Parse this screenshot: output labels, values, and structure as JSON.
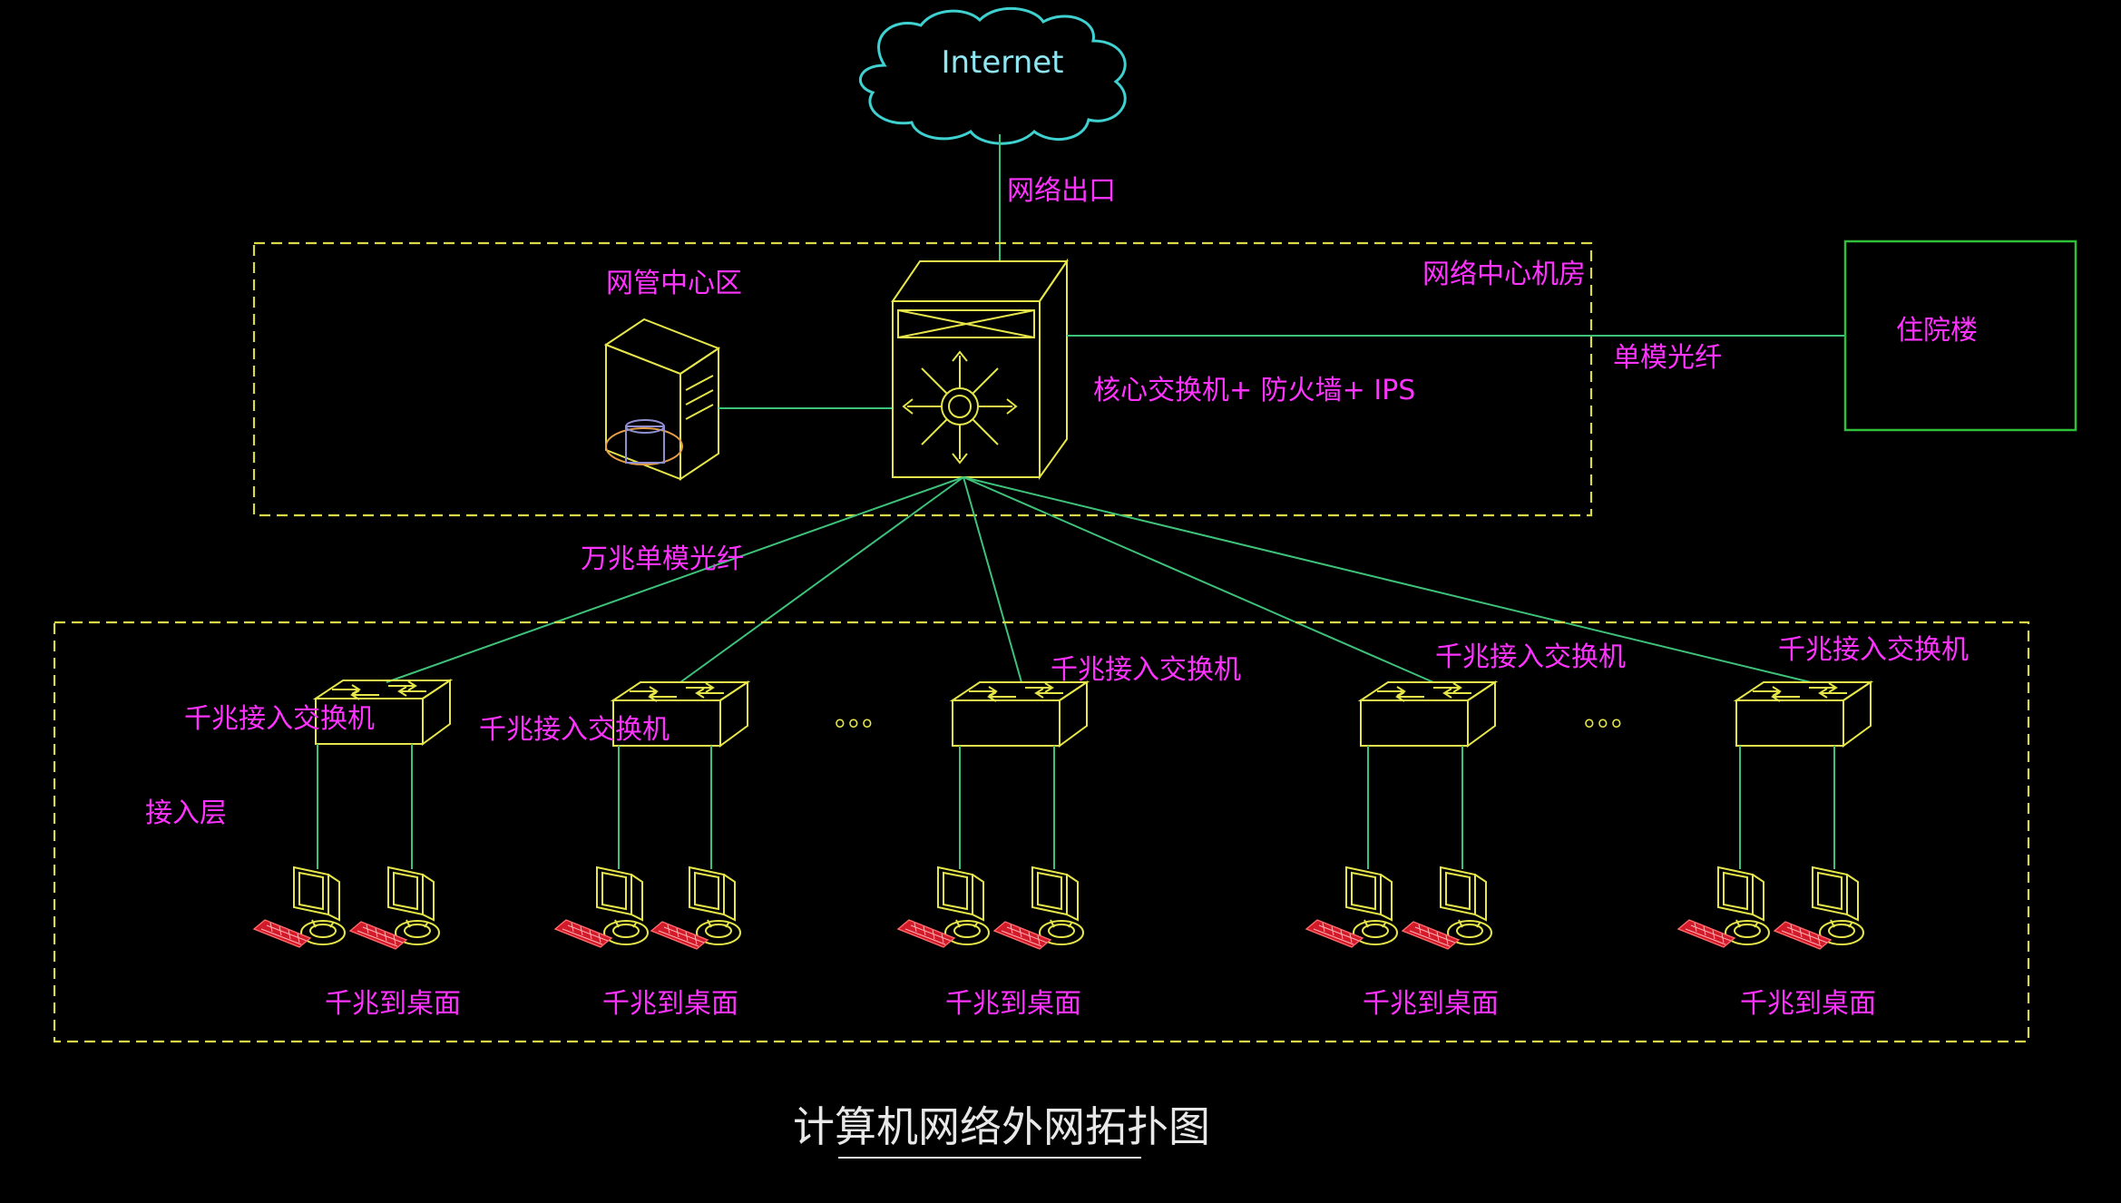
{
  "cloud": {
    "label": "Internet"
  },
  "labels": {
    "network_exit": "网络出口",
    "nms_area": "网管中心区",
    "datacenter": "网络中心机房",
    "core": "核心交换机+ 防火墙+ IPS",
    "single_mode_fiber": "单模光纤",
    "inpatient_building": "住院楼",
    "tengig_fiber": "万兆单模光纤",
    "access_layer": "接入层",
    "ellipsis_1": "。。。",
    "ellipsis_2": "。。。"
  },
  "access_switches": [
    {
      "label": "千兆接入交换机",
      "desktop": "千兆到桌面"
    },
    {
      "label": "千兆接入交换机",
      "desktop": "千兆到桌面"
    },
    {
      "label": "千兆接入交换机",
      "desktop": "千兆到桌面"
    },
    {
      "label": "千兆接入交换机",
      "desktop": "千兆到桌面"
    },
    {
      "label": "千兆接入交换机",
      "desktop": "千兆到桌面"
    }
  ],
  "title": "计算机网络外网拓扑图",
  "colors": {
    "label": "#ff33ff",
    "wire": "#3ec27a",
    "device": "#e6e64a",
    "frame": "#d9d94a",
    "building": "#2fbf3a",
    "cloud": "#3fd0d0"
  }
}
